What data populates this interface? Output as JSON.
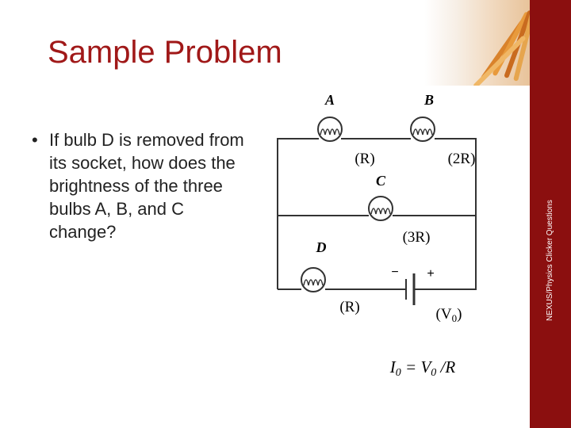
{
  "slide": {
    "title": "Sample Problem",
    "bullet_text": "If bulb D is removed from its socket, how does the brightness of the three bulbs A, B, and C change?",
    "side_caption": "NEXUS/Physics Clicker Questions"
  },
  "circuit": {
    "bulb_labels": {
      "a": "A",
      "b": "B",
      "c": "C",
      "d": "D"
    },
    "resistances": {
      "a": "(R)",
      "b": "(2R)",
      "c": "(3R)",
      "d": "(R)"
    },
    "battery": {
      "minus": "−",
      "plus": "+",
      "voltage": "(V",
      "voltage_sub": "0",
      "voltage_close": ")"
    },
    "formula": {
      "i": "I",
      "i_sub": "0",
      "eq": " = V",
      "v_sub": "0",
      "rest": " /R"
    }
  },
  "colors": {
    "title": "#a01818",
    "side_bar": "#8b0f0f",
    "wire": "#333333"
  }
}
